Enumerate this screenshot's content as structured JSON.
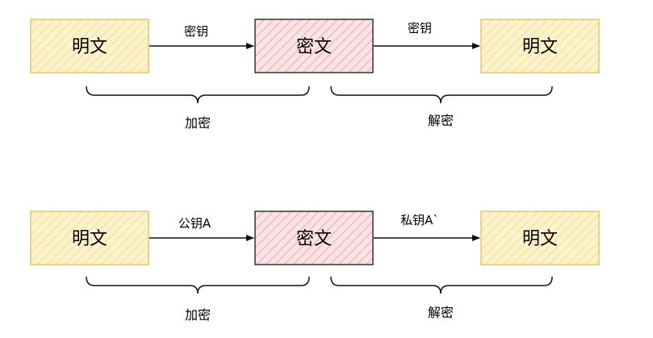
{
  "colors": {
    "plain_fill": "#fcf2cc",
    "plain_hatch": "#f6e3a6",
    "plain_stroke": "#e3c66b",
    "cipher_fill": "#fbe4e6",
    "cipher_hatch": "#f4b9be",
    "cipher_stroke": "#333333",
    "line": "#111111"
  },
  "symmetric": {
    "plaintext_left": "明文",
    "ciphertext": "密文",
    "plaintext_right": "明文",
    "encrypt_key": "密钥",
    "decrypt_key": "密钥",
    "encrypt_group": "加密",
    "decrypt_group": "解密"
  },
  "asymmetric": {
    "plaintext_left": "明文",
    "ciphertext": "密文",
    "plaintext_right": "明文",
    "encrypt_key": "公钥A",
    "decrypt_key": "私钥A`",
    "encrypt_group": "加密",
    "decrypt_group": "解密"
  }
}
